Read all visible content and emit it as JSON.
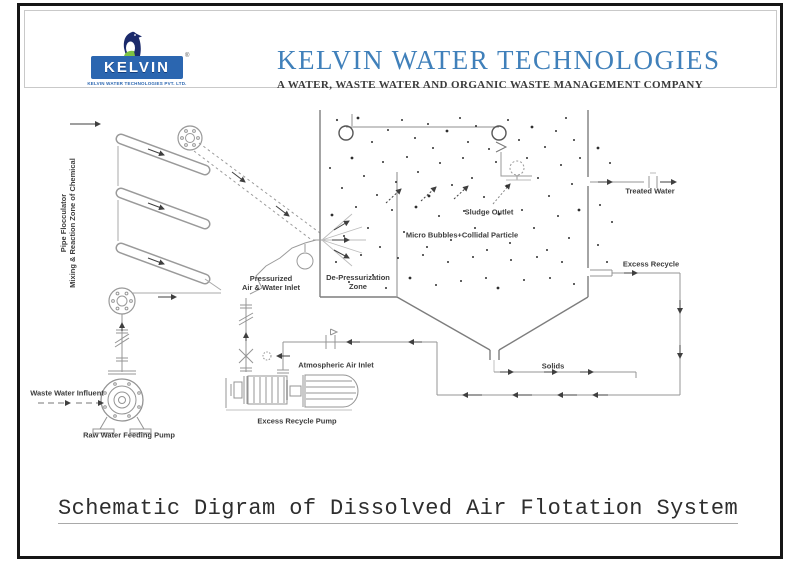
{
  "header": {
    "logo": {
      "brand": "KELVIN",
      "registered": "®",
      "tagline": "KELVIN WATER TECHNOLOGIES PVT. LTD.",
      "brand_blue": "#2b66b0",
      "penguin_navy": "#1b2a6b",
      "penguin_green": "#7dc243"
    },
    "title": "KELVIN WATER TECHNOLOGIES",
    "subtitle": "A WATER, WASTE WATER AND ORGANIC WASTE MANAGEMENT COMPANY",
    "title_color": "#4080ba"
  },
  "diagram": {
    "labels": {
      "pipe_flocculator": "Pipe Flocculator\nMixing & Reaction Zone of Chemical",
      "pressurized_inlet": "Pressurized\nAir & Water Inlet",
      "depressurization_zone": "De-Pressurization\nZone",
      "sludge_outlet": "Sludge Outlet",
      "micro_bubbles": "Micro Bubbles+Collidal Particle",
      "treated_water": "Treated Water",
      "excess_recycle": "Excess Recycle",
      "solids": "Solids",
      "atmospheric_air_inlet": "Atmospheric Air Inlet",
      "waste_water_influent": "Waste Water Influent",
      "raw_water_feeding_pump": "Raw Water Feeding Pump",
      "excess_recycle_pump": "Excess Recycle Pump"
    },
    "line_color": "#8f8f8f",
    "arrow_color": "#3f3f3f"
  },
  "caption": "Schematic Digram of Dissolved Air Flotation System"
}
